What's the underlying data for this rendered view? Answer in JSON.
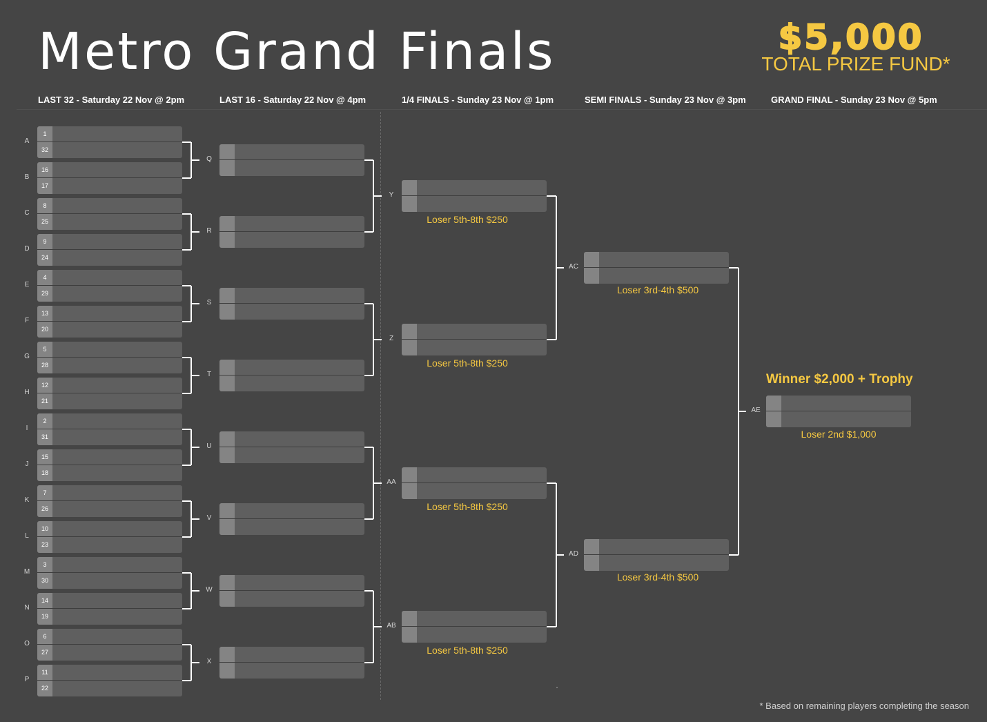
{
  "title": "Metro Grand Finals",
  "prize": {
    "amount": "$5,000",
    "label": "TOTAL PRIZE FUND*"
  },
  "rounds": [
    "LAST 32 - Saturday 22 Nov @ 2pm",
    "LAST 16 - Saturday 22 Nov @ 4pm",
    "1/4 FINALS - Sunday 23 Nov @ 1pm",
    "SEMI FINALS - Sunday 23 Nov @ 3pm",
    "GRAND FINAL - Sunday 23 Nov @ 5pm"
  ],
  "last32": [
    {
      "label": "A",
      "top": "1",
      "bottom": "32"
    },
    {
      "label": "B",
      "top": "16",
      "bottom": "17"
    },
    {
      "label": "C",
      "top": "8",
      "bottom": "25"
    },
    {
      "label": "D",
      "top": "9",
      "bottom": "24"
    },
    {
      "label": "E",
      "top": "4",
      "bottom": "29"
    },
    {
      "label": "F",
      "top": "13",
      "bottom": "20"
    },
    {
      "label": "G",
      "top": "5",
      "bottom": "28"
    },
    {
      "label": "H",
      "top": "12",
      "bottom": "21"
    },
    {
      "label": "I",
      "top": "2",
      "bottom": "31"
    },
    {
      "label": "J",
      "top": "15",
      "bottom": "18"
    },
    {
      "label": "K",
      "top": "7",
      "bottom": "26"
    },
    {
      "label": "L",
      "top": "10",
      "bottom": "23"
    },
    {
      "label": "M",
      "top": "3",
      "bottom": "30"
    },
    {
      "label": "N",
      "top": "14",
      "bottom": "19"
    },
    {
      "label": "O",
      "top": "6",
      "bottom": "27"
    },
    {
      "label": "P",
      "top": "11",
      "bottom": "22"
    }
  ],
  "last16": [
    "Q",
    "R",
    "S",
    "T",
    "U",
    "V",
    "W",
    "X"
  ],
  "quarters": [
    {
      "label": "Y",
      "caption": "Loser 5th-8th $250"
    },
    {
      "label": "Z",
      "caption": "Loser 5th-8th $250"
    },
    {
      "label": "AA",
      "caption": "Loser 5th-8th $250"
    },
    {
      "label": "AB",
      "caption": "Loser 5th-8th $250"
    }
  ],
  "semis": [
    {
      "label": "AC",
      "caption": "Loser 3rd-4th $500"
    },
    {
      "label": "AD",
      "caption": "Loser 3rd-4th $500"
    }
  ],
  "final": {
    "label": "AE",
    "winner": "Winner $2,000 + Trophy",
    "caption": "Loser 2nd $1,000"
  },
  "footnote": "* Based on remaining players completing the season",
  "colors": {
    "background": "#454545",
    "match": "#5f5f5f",
    "accent": "#f5c842",
    "text": "#ffffff"
  }
}
